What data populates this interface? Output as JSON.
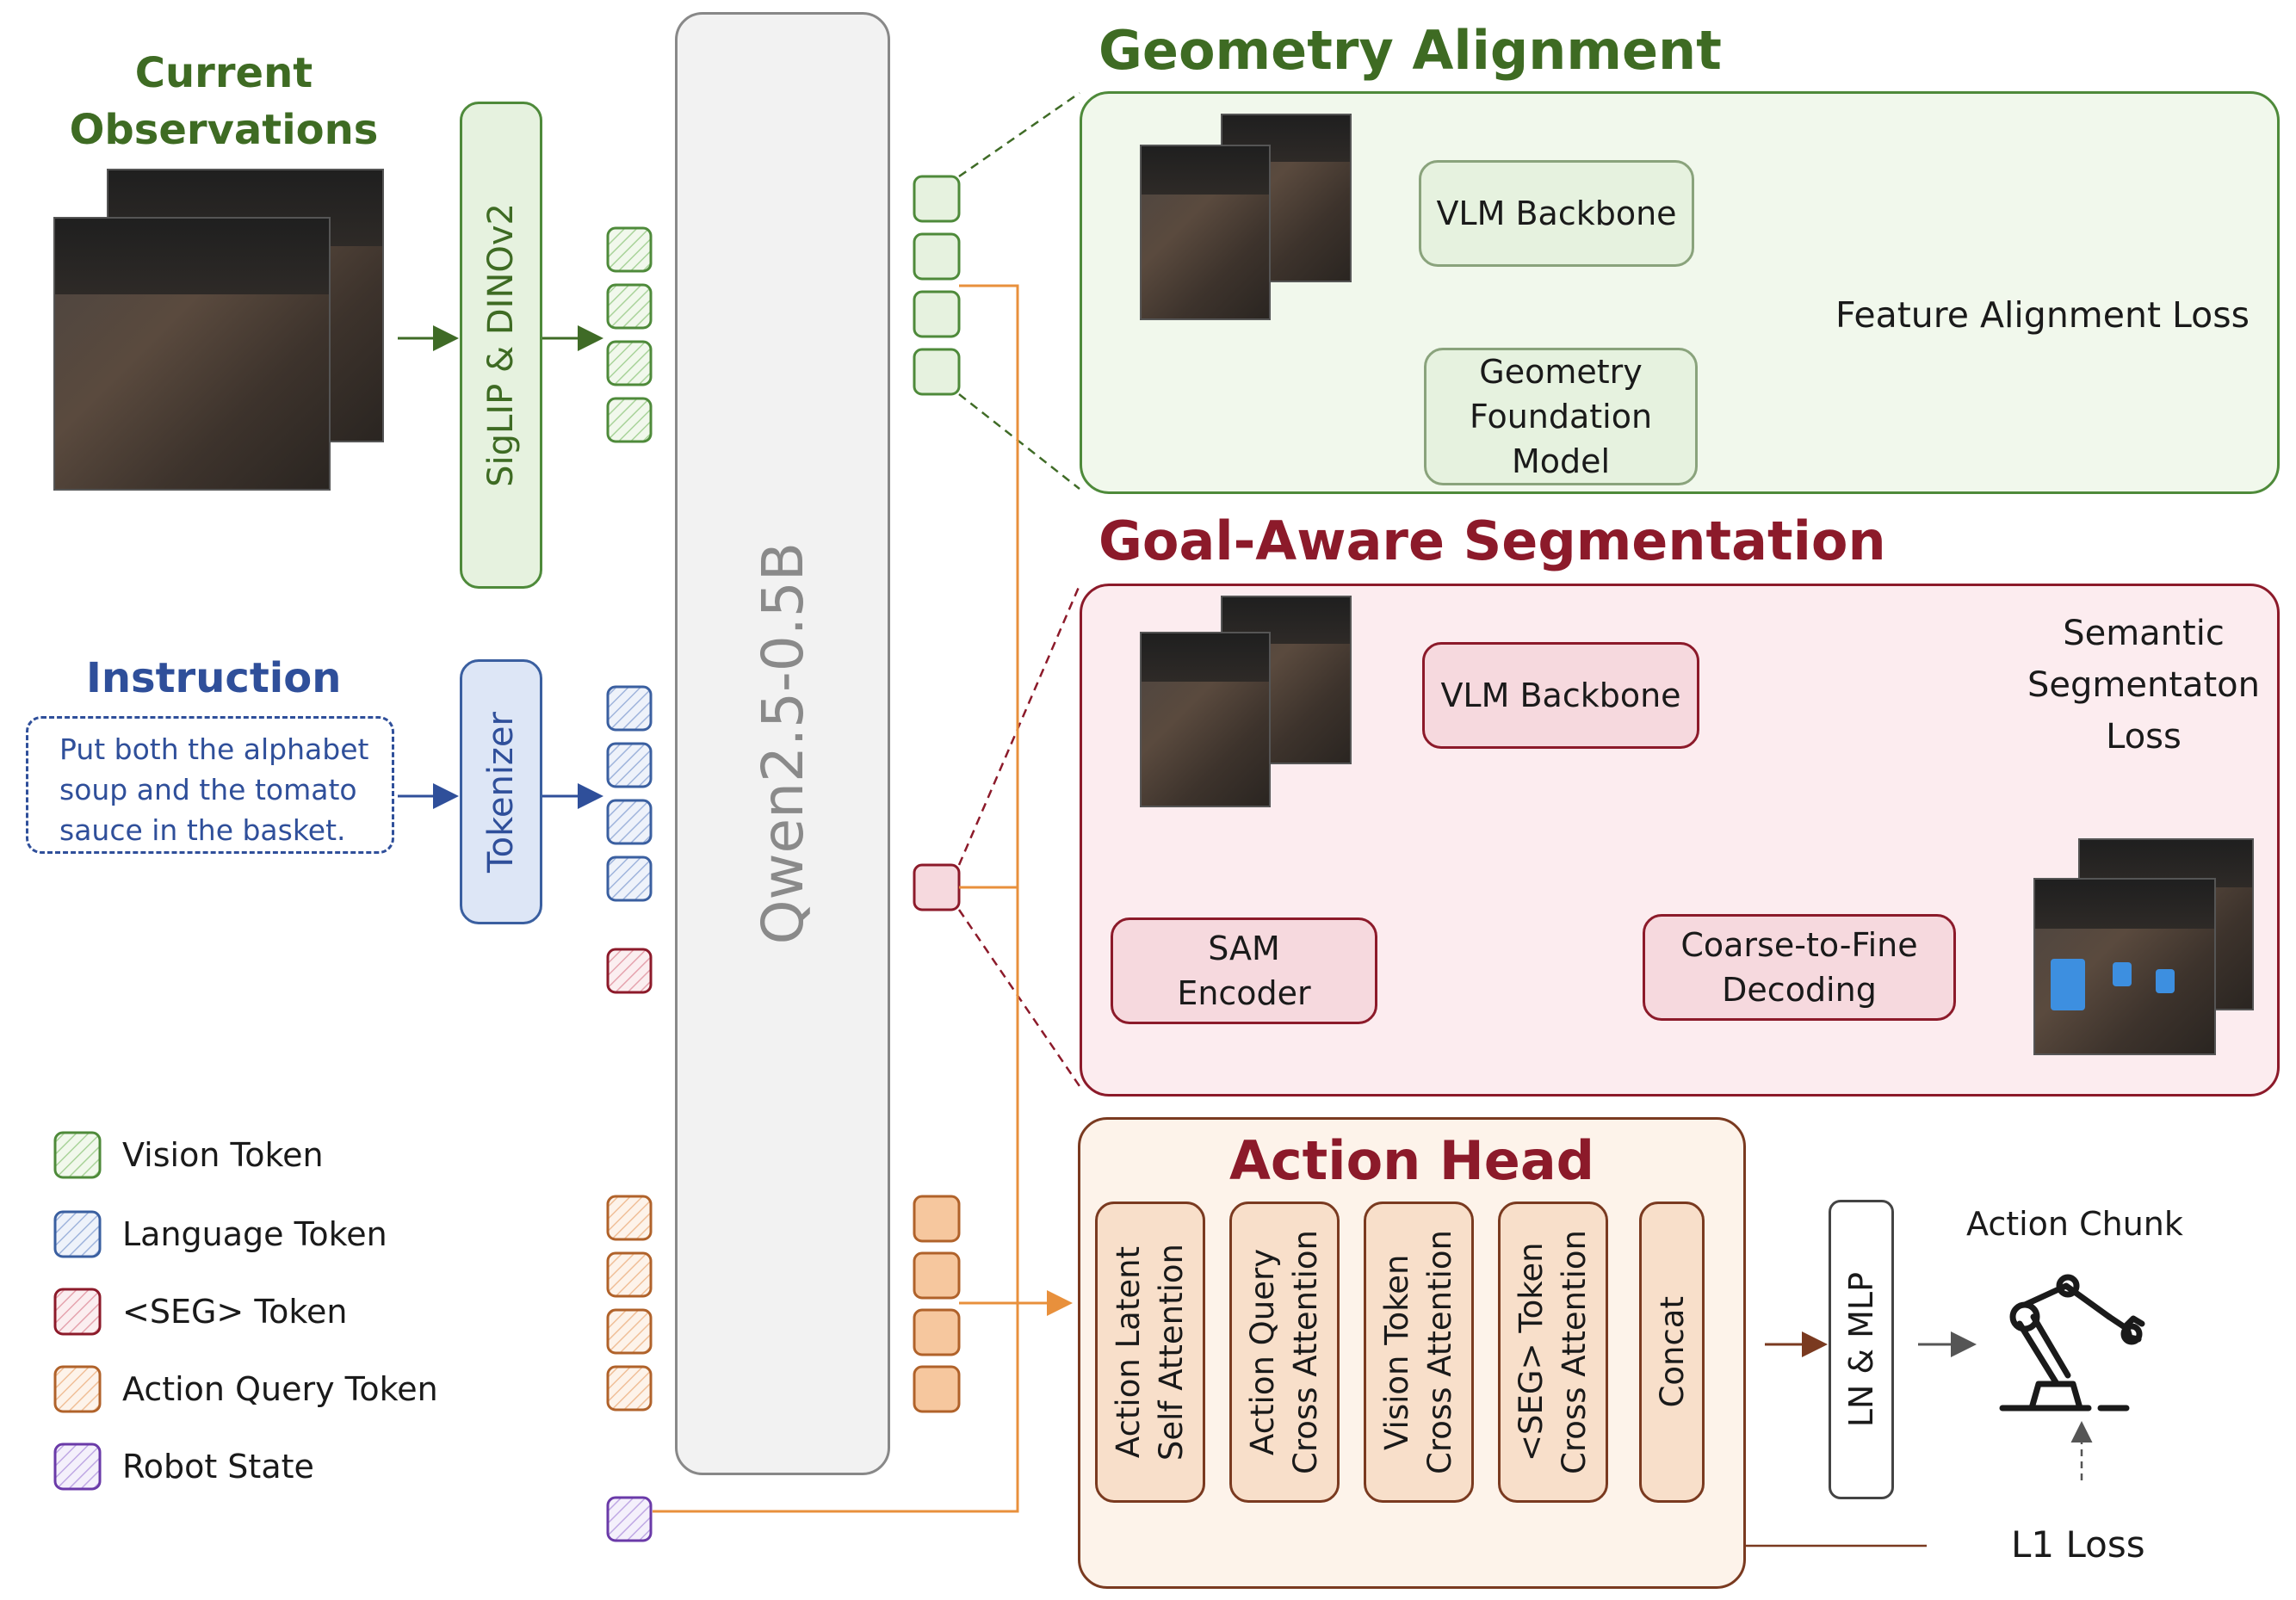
{
  "sections": {
    "current_observations": "Current\nObservations",
    "instruction_title": "Instruction",
    "instruction_text": "Put both the alphabet\nsoup and the tomato\nsauce in the basket.",
    "geometry_alignment": "Geometry Alignment",
    "goal_aware_segmentation": "Goal-Aware Segmentation",
    "action_head": "Action Head"
  },
  "encoders": {
    "vision": "SigLIP & DINOv2",
    "tokenizer": "Tokenizer",
    "llm": "Qwen2.5-0.5B"
  },
  "geometry": {
    "vlm_backbone": "VLM Backbone",
    "foundation_model": "Geometry\nFoundation\nModel",
    "loss": "Feature Alignment Loss"
  },
  "segmentation": {
    "vlm_backbone": "VLM Backbone",
    "sam_encoder": "SAM\nEncoder",
    "decoding": "Coarse-to-Fine\nDecoding",
    "loss": "Semantic\nSegmentaton\nLoss"
  },
  "action_head": {
    "blocks": [
      "Action Latent\nSelf Attention",
      "Action Query\nCross Attention",
      "Vision Token\nCross Attention",
      "<SEG> Token\nCross Attention",
      "Concat"
    ],
    "ln_mlp": "LN & MLP",
    "chunk": "Action Chunk",
    "loss": "L1 Loss"
  },
  "legend": [
    {
      "label": "Vision Token",
      "color": "#4e8a3a",
      "fill": "#e6f2df"
    },
    {
      "label": "Language Token",
      "color": "#3a5fa0",
      "fill": "#e2e9f6"
    },
    {
      "label": "<SEG> Token",
      "color": "#8c1a2a",
      "fill": "#f6e1e4"
    },
    {
      "label": "Action Query Token",
      "color": "#b0622a",
      "fill": "#f8e8dc"
    },
    {
      "label": "Robot State",
      "color": "#6a3aa8",
      "fill": "#ebe3f6"
    }
  ],
  "colors": {
    "green": "#4e7a2e",
    "blue": "#2f4f9a",
    "red": "#8c1a2a",
    "orange": "#e8903c",
    "brown": "#7a3a20"
  }
}
